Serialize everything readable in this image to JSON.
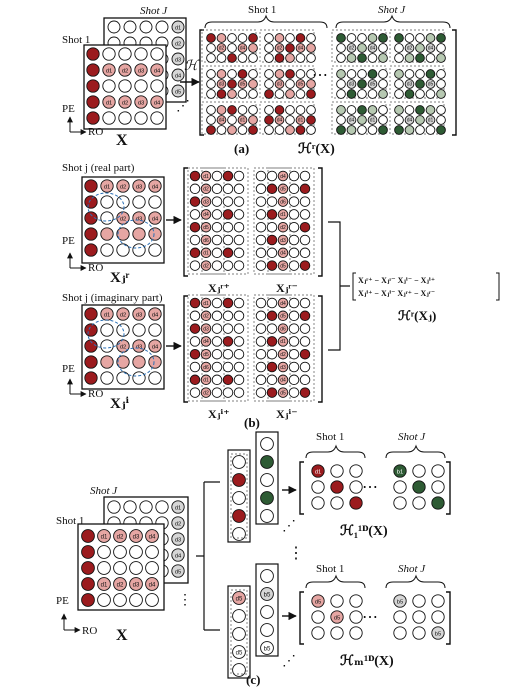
{
  "colors": {
    "dark_red": "#9b1b1e",
    "light_red": "#e6a6a3",
    "green": "#2e5b34",
    "light_green": "#b7c9b2",
    "light_gray": "#d6d6d6",
    "outline": "#111111",
    "blue": "#2a6fb5"
  },
  "panel_a": {
    "shot_j": "Shot J",
    "shot_1": "Shot 1",
    "pe": "PE",
    "ro": "RO",
    "x_label": "X",
    "op_symbol": "ℋ",
    "group_shot1": "Shot 1",
    "group_shotj": "Shot J",
    "result": "ℋʳ(X)",
    "caption": "(a)",
    "dots": "⋯",
    "vdots": "⋰",
    "cells": [
      "d1",
      "d2",
      "d3",
      "d4",
      "d5"
    ]
  },
  "panel_b": {
    "real_title": "Shot j (real part)",
    "imag_title": "Shot j (imaginary part)",
    "pe": "PE",
    "ro": "RO",
    "x_real": "Xⱼʳ",
    "x_imag": "Xⱼⁱ",
    "m_rplus": "Xⱼʳ⁺",
    "m_rminus": "Xⱼʳ⁻",
    "m_iplus": "Xⱼⁱ⁺",
    "m_iminus": "Xⱼⁱ⁻",
    "matrix_row1": "Xⱼʳ⁺ − Xⱼʳ⁻   Xⱼⁱ⁻ − Xⱼⁱ⁺",
    "matrix_row2": "Xⱼⁱ⁺ − Xⱼⁱ⁻   Xⱼʳ⁺ − Xⱼʳ⁻",
    "result": "ℋʳ(Xⱼ)",
    "caption": "(b)",
    "cells": [
      "d1",
      "d2",
      "d3",
      "d4",
      "d5",
      "d6"
    ]
  },
  "panel_c": {
    "shot_j": "Shot J",
    "shot_1": "Shot 1",
    "pe": "PE",
    "ro": "RO",
    "x_label": "X",
    "group1": "Shot 1",
    "groupj": "Shot J",
    "result_top": "ℋ₁¹ᴰ(X)",
    "result_bottom": "ℋₘ¹ᴰ(X)",
    "vdots": "⋮",
    "dots": "⋯",
    "caption": "(c)",
    "cells": [
      "d1",
      "d2",
      "d3",
      "d4",
      "d5",
      "b1",
      "b5"
    ]
  }
}
